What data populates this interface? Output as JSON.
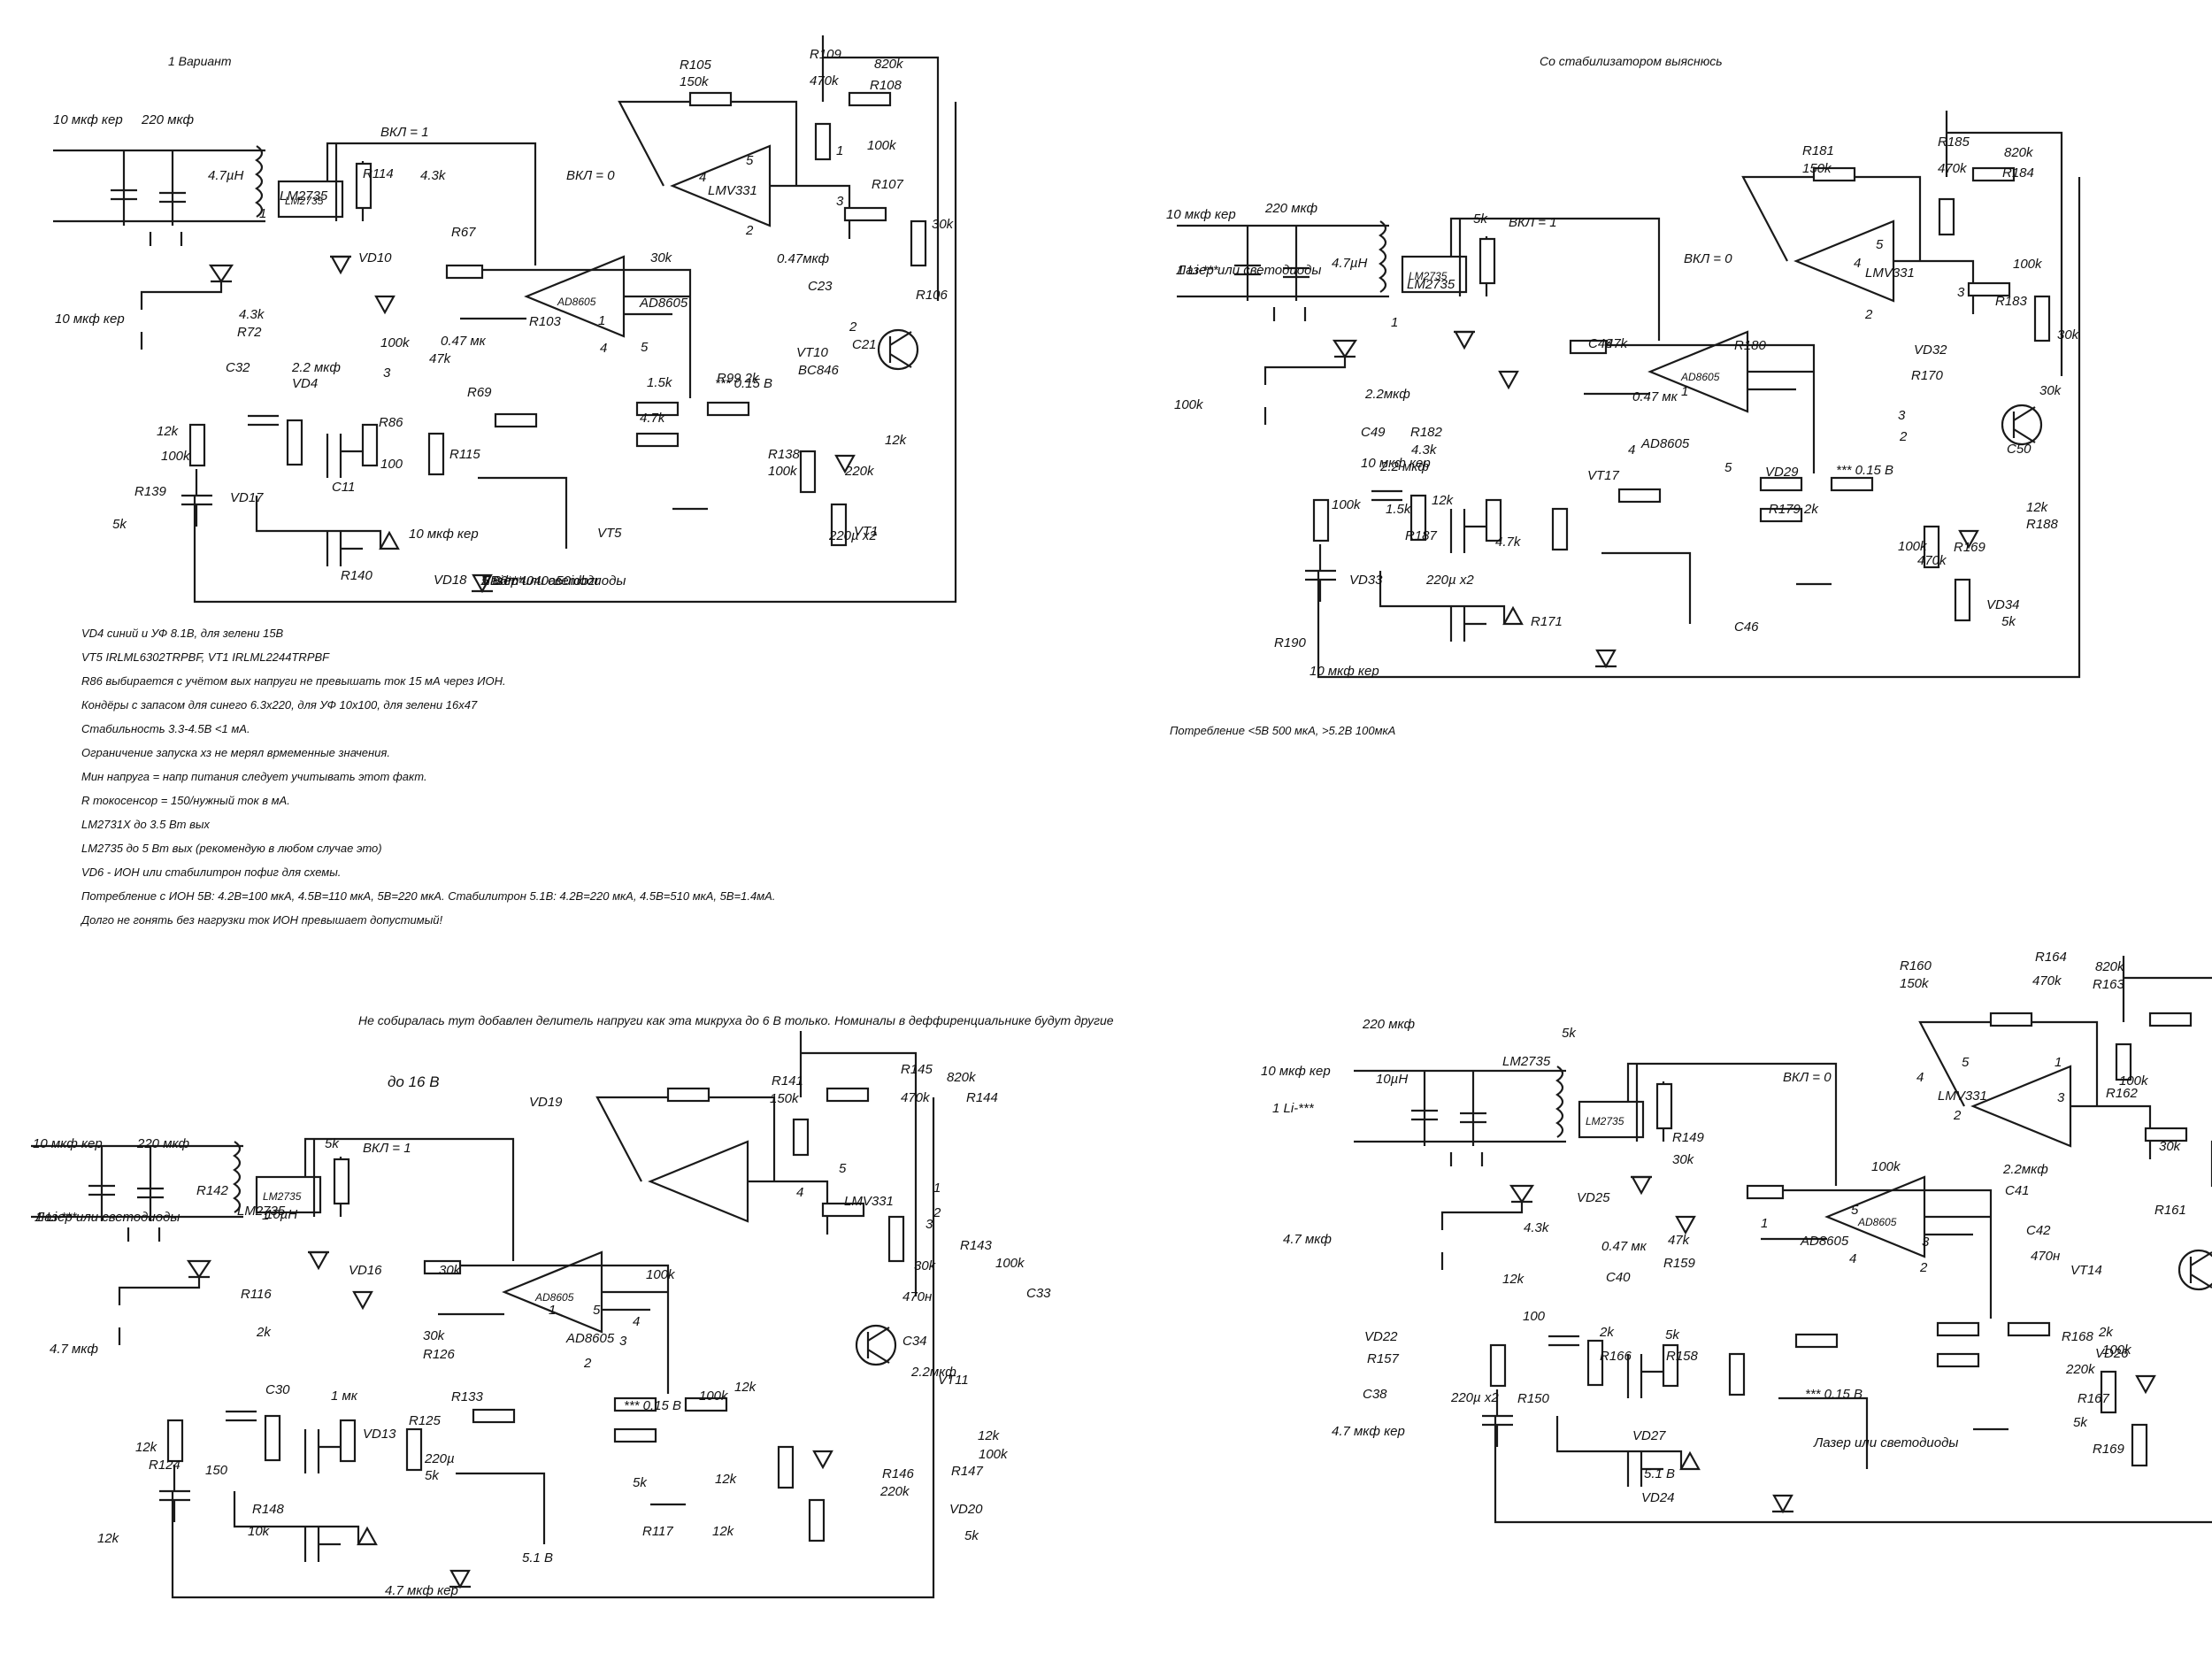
{
  "headings": {
    "variant1": "1 Вариант",
    "stabilizer": "Со стабилизатором выяснюсь",
    "bottom_left": "Не собиралась тут добавлен делитель напруги как эта микруха до 6 В только. Номиналы в деффиренциальнике будут другие",
    "up_to_16v": "до 16 В"
  },
  "notes": [
    "VD4 синий и УФ 8.1В, для зелени 15В",
    "VT5 IRLML6302TRPBF, VT1 IRLML2244TRPBF",
    "R86 выбирается с учётом вых напруги не превышать ток 15 мА через ИОН.",
    "Кондёры с запасом для синего 6.3х220, для УФ 10х100, для зелени 16х47",
    "Стабильность 3.3-4.5В <1 мА.",
    "Ограничение запуска хз не мерял врмеменные значения.",
    "Мин напруга = напр питания следует учитывать этот факт.",
    "R токосенсор = 150/нужный ток в мА.",
    "LM2731X до 3.5 Вт вых",
    "LM2735 до 5 Вт вых (рекомендую в любом случае это)",
    "VD6 - ИОН или стабилитрон пофиг для схемы.",
    "Потребление с ИОН  5В: 4.2В=100 мкА, 4.5В=110 мкА, 5В=220 мкА. Стабилитрон 5.1В: 4.2В=220 мкА, 4.5В=510 мкА, 5В=1.4мА.",
    "Долго не гонять без нагрузки ток ИОН превышает допустимый!"
  ],
  "consumption_note": "Потребление <5В 500 мкА, >5.2В 100мкА",
  "schematics": {
    "tl": {
      "labels": [
        "10 мкф кер",
        "220 мкф",
        "4.7µH",
        "LM2735",
        "1",
        "R114",
        "4.3k",
        "ВКЛ = 1",
        "ВКЛ = 0",
        "R105",
        "150k",
        "R109",
        "470k",
        "820k",
        "R108",
        "5",
        "4",
        "1",
        "LMV331",
        "2",
        "3",
        "R107",
        "100k",
        "30k",
        "0.47мкф",
        "C23",
        "R106",
        "10 мкф кер",
        "R72",
        "4.3k",
        "VD10",
        "R67",
        "30k",
        "100k",
        "0.47 мк",
        "47k",
        "R103",
        "1",
        "AD8605",
        "5",
        "4",
        "3",
        "2",
        "C21",
        "VT10",
        "BC846",
        "C32",
        "2.2 мкф",
        "VD4",
        "R69",
        "1.5k",
        "*** 0.15 В",
        "12k",
        "100k",
        "R86",
        "100",
        "R115",
        "4.7k",
        "R99 2k",
        "12k",
        "100k",
        "R138",
        "220k",
        "R139",
        "VD17",
        "C11",
        "220µ x2",
        "VT1",
        "5k",
        "R140",
        "10 мкф кер",
        "VT5",
        "VD18",
        "Лазер или светодиоды",
        "VD6",
        "5 В lm4040a50idbzr",
        "1 Li-***"
      ]
    },
    "tr": {
      "labels": [
        "10 мкф кер",
        "220 мкф",
        "4.7µH",
        "5k",
        "ВКЛ = 1",
        "LM2735",
        "1",
        "ВКЛ = 0",
        "R185",
        "470k",
        "820k",
        "R184",
        "R181",
        "150k",
        "5",
        "4",
        "LMV331",
        "2",
        "3",
        "R183",
        "100k",
        "30k",
        "VD32",
        "R170",
        "30k",
        "100k",
        "2.2мкф",
        "C49",
        "R182",
        "10 мкф кер",
        "4.3k",
        "0.47 мк",
        "47k",
        "C48",
        "R180",
        "1",
        "5",
        "4",
        "AD8605",
        "3",
        "2",
        "C50",
        "2.2 мкф",
        "VT17",
        "VD29",
        "*** 0.15 В",
        "12k",
        "100k",
        "1.5k",
        "R187",
        "4.7k",
        "R179 2k",
        "12k",
        "R188",
        "100k",
        "470k",
        "R169",
        "VD33",
        "220µ x2",
        "R171",
        "VD34",
        "5k",
        "R190",
        "10 мкф кер",
        "C46",
        "Лазер или светодиоды",
        "1 Li-***"
      ]
    },
    "bl": {
      "labels": [
        "10 мкф кер",
        "220 мкф",
        "5k",
        "ВКЛ = 1",
        "VD19",
        "R145",
        "470k",
        "820k",
        "R144",
        "R141",
        "150k",
        "5",
        "4",
        "LMV331",
        "1",
        "2",
        "3",
        "R143",
        "100k",
        "30k",
        "470н",
        "C33",
        "R142",
        "10µH",
        "LM2735",
        "1",
        "R116",
        "30k",
        "100k",
        "4.7 мкф",
        "2k",
        "VD16",
        "30k",
        "R126",
        "1",
        "AD8605",
        "5",
        "4",
        "3",
        "2",
        "12k",
        "C34",
        "2.2мкф",
        "VT11",
        "1 мк",
        "C30",
        "VD13",
        "R133",
        "*** 0.15 В",
        "100k",
        "12k",
        "R124",
        "150",
        "220µ",
        "5k",
        "R125",
        "5k",
        "12k",
        "12k",
        "100k",
        "R146",
        "220k",
        "R147",
        "VD20",
        "5k",
        "R148",
        "10k",
        "R117",
        "12k",
        "12k",
        "4.7 мкф кер",
        "5.1 В",
        "Лазер или светодиоды",
        "1 Li-***"
      ]
    },
    "br": {
      "labels": [
        "220 мкф",
        "10 мкф кер",
        "5k",
        "10µH",
        "LM2735",
        "ВКЛ = 0",
        "R160",
        "150k",
        "R164",
        "470k",
        "820k",
        "R163",
        "5",
        "4",
        "LMV331",
        "1",
        "2",
        "3",
        "R162",
        "100k",
        "30k",
        "2.2мкф",
        "C41",
        "R161",
        "C42",
        "470н",
        "VT14",
        "R149",
        "30k",
        "100k",
        "4.7 мкф",
        "4.3k",
        "VD25",
        "0.47 мк",
        "47k",
        "C40",
        "R159",
        "1",
        "AD8605",
        "5",
        "4",
        "3",
        "2",
        "12k",
        "VD22",
        "R157",
        "100",
        "2k",
        "R166",
        "5k",
        "R158",
        "2k",
        "100k",
        "R167",
        "220k",
        "R168",
        "VD26",
        "5k",
        "R169",
        "C38",
        "220µ x2",
        "R150",
        "*** 0.15 В",
        "4.7 мкф кер",
        "VD27",
        "5.1 В",
        "VD24",
        "Лазер или светодиоды",
        "1 Li-***"
      ]
    }
  }
}
